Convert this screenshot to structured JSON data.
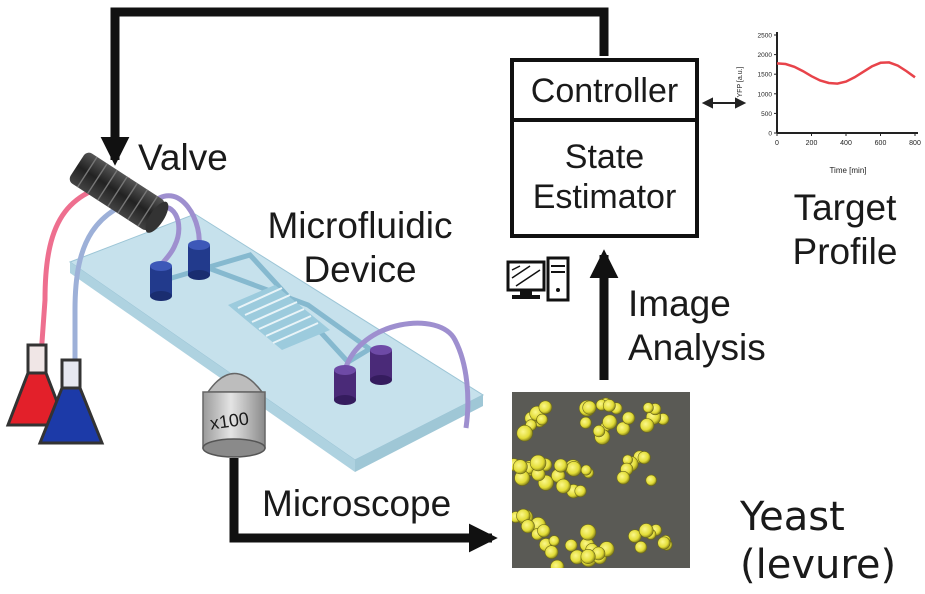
{
  "labels": {
    "valve": "Valve",
    "microfluidic": "Microfluidic",
    "device": "Device",
    "controller": "Controller",
    "state": "State",
    "estimator": "Estimator",
    "target": "Target",
    "profile": "Profile",
    "image": "Image",
    "analysis": "Analysis",
    "microscope": "Microscope",
    "yeast": "Yeast",
    "levure": "(levure)",
    "objective": "x100"
  },
  "chart": {
    "ylabel": "YFP [a.u.]",
    "xlabel": "Time [min]",
    "yticks": [
      "2500",
      "2000",
      "1500",
      "1000",
      "500",
      "0"
    ],
    "xticks": [
      "0",
      "200",
      "400",
      "600",
      "800"
    ]
  },
  "chart_data": {
    "type": "line",
    "xlabel": "Time [min]",
    "ylabel": "YFP [a.u.]",
    "xlim": [
      0,
      800
    ],
    "ylim": [
      0,
      2500
    ],
    "series": [
      {
        "color": "#e8434a",
        "x": [
          0,
          50,
          100,
          150,
          200,
          250,
          300,
          350,
          400,
          450,
          500,
          550,
          600,
          650,
          700,
          750,
          800
        ],
        "y": [
          1775,
          1760,
          1690,
          1580,
          1450,
          1340,
          1275,
          1260,
          1310,
          1420,
          1560,
          1700,
          1790,
          1800,
          1720,
          1580,
          1420
        ]
      }
    ]
  },
  "colors": {
    "arrow": "#111111",
    "chip": "#b9d9e6",
    "tube_purple": "#9e8fcf",
    "tube_pink": "#ee6f8f",
    "flask_red": "#e3202a",
    "flask_blue": "#1c3aa8",
    "yeast": "#e6e24a",
    "trace": "#e8434a"
  }
}
